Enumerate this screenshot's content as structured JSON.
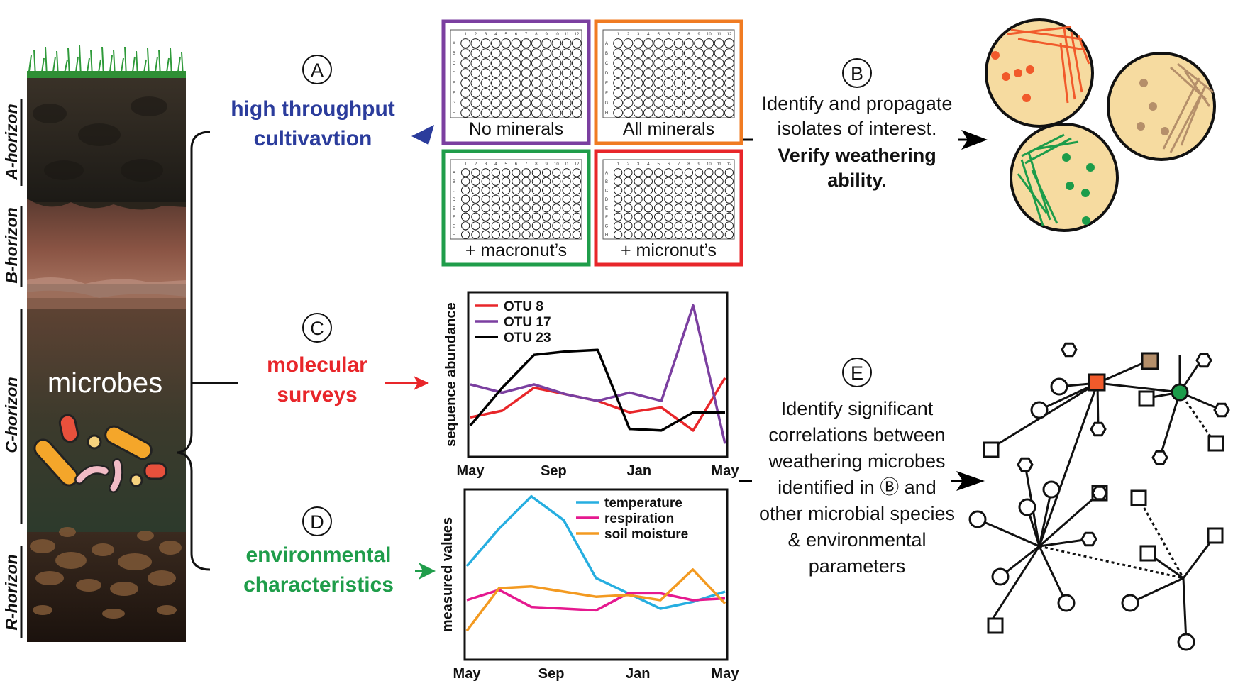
{
  "horizons": {
    "a": "A-horizon",
    "b": "B-horizon",
    "c": "C-horizon",
    "r": "R-horizon"
  },
  "soil_label": "microbes",
  "steps": {
    "a": {
      "letter": "A",
      "line1": "high throughput",
      "line2": "cultivavtion",
      "color": "#2b3c9c"
    },
    "b": {
      "letter": "B",
      "line1": "Identify and propagate",
      "line2": "isolates of interest.",
      "line3": "Verify weathering",
      "line4": "ability."
    },
    "c": {
      "letter": "C",
      "line1": "molecular",
      "line2": "surveys",
      "color": "#e8262a"
    },
    "d": {
      "letter": "D",
      "line1": "environmental",
      "line2": "characteristics",
      "color": "#1f9d4a"
    },
    "e": {
      "letter": "E",
      "line1": "Identify significant",
      "line2": "correlations between",
      "line3": "weathering microbes",
      "line4": "identified in Ⓑ and",
      "line5": "other microbial species",
      "line6": "& environmental",
      "line7": "parameters"
    }
  },
  "plates": [
    {
      "label": "No minerals",
      "color": "#7b3fa0"
    },
    {
      "label": "All minerals",
      "color": "#f07b22"
    },
    {
      "label": "+ macronut’s",
      "color": "#1f9d4a"
    },
    {
      "label": "+ micronut’s",
      "color": "#e8262a"
    }
  ],
  "plate_cols": [
    "1",
    "2",
    "3",
    "4",
    "5",
    "6",
    "7",
    "8",
    "9",
    "10",
    "11",
    "12"
  ],
  "plate_rows": [
    "A",
    "B",
    "C",
    "D",
    "E",
    "F",
    "G",
    "H"
  ],
  "petri_colors": {
    "dish": "#f6dba0",
    "red": "#f15a2b",
    "tan": "#b58f6a",
    "green": "#1c9c4a"
  },
  "chart_data": [
    {
      "type": "line",
      "ylabel": "sequence abundance",
      "xlabel": "",
      "x_ticks": [
        "May",
        "Sep",
        "Jan",
        "May"
      ],
      "x": [
        0,
        1,
        2,
        3,
        4,
        5,
        6,
        7,
        8,
        9,
        10,
        11,
        12
      ],
      "ylim": [
        0,
        100
      ],
      "series": [
        {
          "name": "OTU 8",
          "color": "#e8262a",
          "values": [
            24,
            28,
            42,
            38,
            34,
            27,
            30,
            16,
            48
          ]
        },
        {
          "name": "OTU 17",
          "color": "#7b3fa0",
          "values": [
            44,
            39,
            44,
            38,
            34,
            39,
            34,
            92,
            8
          ]
        },
        {
          "name": "OTU 23",
          "color": "#000000",
          "values": [
            19,
            42,
            62,
            64,
            65,
            17,
            16,
            27,
            27
          ]
        }
      ]
    },
    {
      "type": "line",
      "ylabel": "measured values",
      "xlabel": "",
      "x_ticks": [
        "May",
        "Sep",
        "Jan",
        "May"
      ],
      "ylim": [
        0,
        100
      ],
      "series": [
        {
          "name": "temperature",
          "color": "#26aee0",
          "values": [
            55,
            77,
            96,
            82,
            48,
            39,
            30,
            34,
            40
          ]
        },
        {
          "name": "respiration",
          "color": "#e5198f",
          "values": [
            35,
            41,
            31,
            30,
            29,
            39,
            39,
            35,
            36
          ]
        },
        {
          "name": "soil moisture",
          "color": "#f39a21",
          "values": [
            17,
            42,
            43,
            40,
            37,
            38,
            35,
            53,
            33
          ]
        }
      ]
    }
  ]
}
